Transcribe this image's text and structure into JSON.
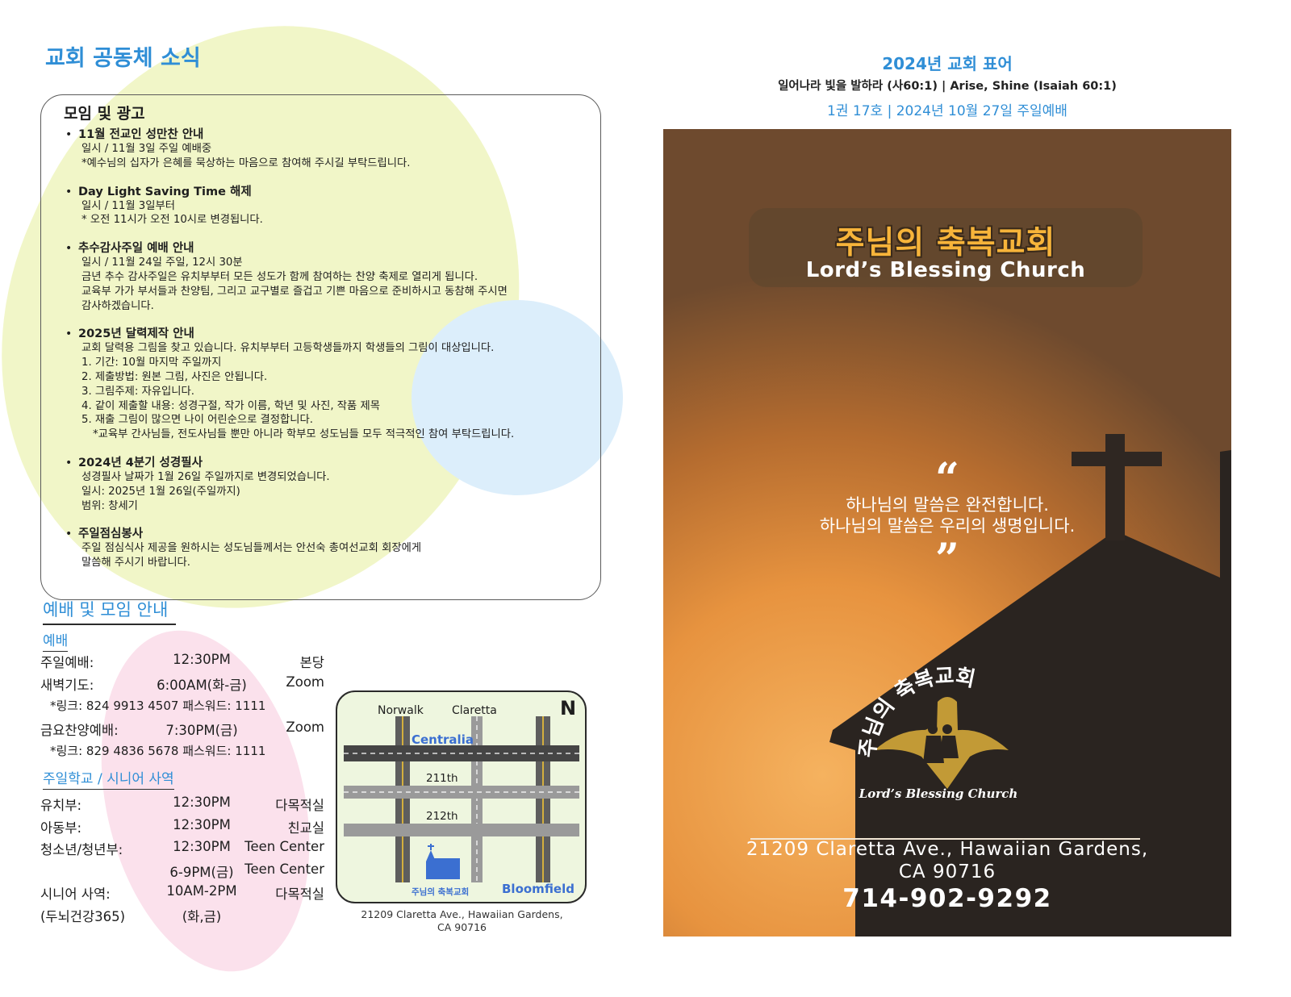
{
  "left": {
    "section_title": "교회 공동체 소식",
    "notices_heading": "모임 및 광고",
    "notices": [
      {
        "title": "11월 전교인 성만찬 안내",
        "lines": [
          "일시 / 11월 3일 주일 예배중",
          "*예수님의 십자가 은혜를 묵상하는 마음으로 참여해 주시길 부탁드립니다."
        ]
      },
      {
        "title": "Day Light Saving Time 해제",
        "lines": [
          "일시 / 11월 3일부터",
          "* 오전 11시가 오전 10시로 변경됩니다."
        ]
      },
      {
        "title": "추수감사주일 예배 안내",
        "lines": [
          "일시 / 11월 24일 주일, 12시 30분",
          "금년 추수 감사주일은 유치부부터 모든 성도가 함께 참여하는 찬양 축제로 열리게 됩니다.",
          "교육부 가가 부서들과 찬양팀, 그리고 교구별로 즐겁고 기쁜 마음으로 준비하시고 동참해 주시면",
          "감사하겠습니다."
        ]
      },
      {
        "title": "2025년 달력제작 안내",
        "lines": [
          "교회 달력용 그림을 찾고 있습니다. 유치부부터 고등학생들까지 학생들의 그림이 대상입니다.",
          "1. 기간: 10월 마지막 주일까지",
          "2. 제출방법: 원본 그림, 사진은 안됩니다.",
          "3. 그림주제: 자유입니다.",
          "4. 같이 제출할 내용: 성경구절, 작가 이름, 학년 및 사진, 작품 제목",
          "5. 재출 그림이 많으면 나이 어린순으로 결정합니다.",
          "*교육부 간사님들, 전도사님들 뿐만 아니라 학부모 성도님들 모두 적극적인 참여 부탁드립니다."
        ]
      },
      {
        "title": "2024년 4분기 성경필사",
        "lines": [
          "성경필사 날짜가 1월 26일 주일까지로 변경되었습니다.",
          "일시: 2025년 1월 26일(주일까지)",
          "범위: 창세기"
        ]
      },
      {
        "title": "주일점심봉사",
        "lines": [
          "주일 점심식사 제공을 원하시는 성도님들께서는  안선숙 총여선교회 회장에게",
          "말씀해 주시기 바랍니다."
        ]
      }
    ],
    "schedule_title": "예배 및 모임 안내",
    "worship_title": "예배",
    "worship": [
      {
        "name": "주일예배:",
        "time": "12:30PM",
        "place": "본당"
      },
      {
        "name": "새벽기도:",
        "time": "6:00AM(화-금)",
        "place": "Zoom"
      },
      {
        "link": "*링크:   824 9913 4507   패스워드: 1111"
      },
      {
        "name": "금요찬양예배:",
        "time": "7:30PM(금)",
        "place": "Zoom"
      },
      {
        "link": "*링크:   829 4836 5678   패스워드: 1111"
      }
    ],
    "school_title": "주일학교 / 시니어 사역",
    "school": [
      {
        "name": "유치부:",
        "time": "12:30PM",
        "place": "다목적실"
      },
      {
        "name": "아동부:",
        "time": "12:30PM",
        "place": "친교실"
      },
      {
        "name": "청소년/청년부:",
        "time": "12:30PM",
        "place": "Teen Center"
      },
      {
        "name": "",
        "time": "6-9PM(금)",
        "place": "Teen Center"
      },
      {
        "name": "시니어 사역:",
        "time": "10AM-2PM",
        "place": "다목적실"
      },
      {
        "name": "(두뇌건강365)",
        "time": "(화,금)",
        "place": ""
      }
    ],
    "map": {
      "north": "N",
      "street_norwalk": "Norwalk",
      "street_claretta": "Claretta",
      "street_centralia": "Centralia",
      "street_211": "211th",
      "street_212": "212th",
      "street_bloomfield": "Bloomfield",
      "church_label": "주님의 축복교회",
      "caption_line1": "21209 Claretta Ave., Hawaiian Gardens,",
      "caption_line2": "CA 90716"
    }
  },
  "right": {
    "motto_title": "2024년 교회 표어",
    "motto_verse": "일어나라 빛을 발하라 (사60:1) | Arise, Shine (Isaiah 60:1)",
    "issue_line": "1권 17호 | 2024년 10월 27일 주일예배",
    "church_name_ko": "주님의 축복교회",
    "church_name_en": "Lord’s Blessing Church",
    "quote_open": "“",
    "quote_line1": "하나님의 말씀은 완전합니다.",
    "quote_line2": "하나님의 말씀은 우리의 생명입니다.",
    "quote_close": "”",
    "logo_text_ko": "주님의 축복교회",
    "logo_text_en": "Lord’s Blessing Church",
    "address_line1": "21209 Claretta Ave., Hawaiian Gardens,",
    "address_line2": "CA 90716",
    "phone": "714-902-9292"
  },
  "colors": {
    "accent_blue": "#2f8ed6",
    "banner_orange": "#f7b43a",
    "logo_gold": "#c29a36"
  }
}
